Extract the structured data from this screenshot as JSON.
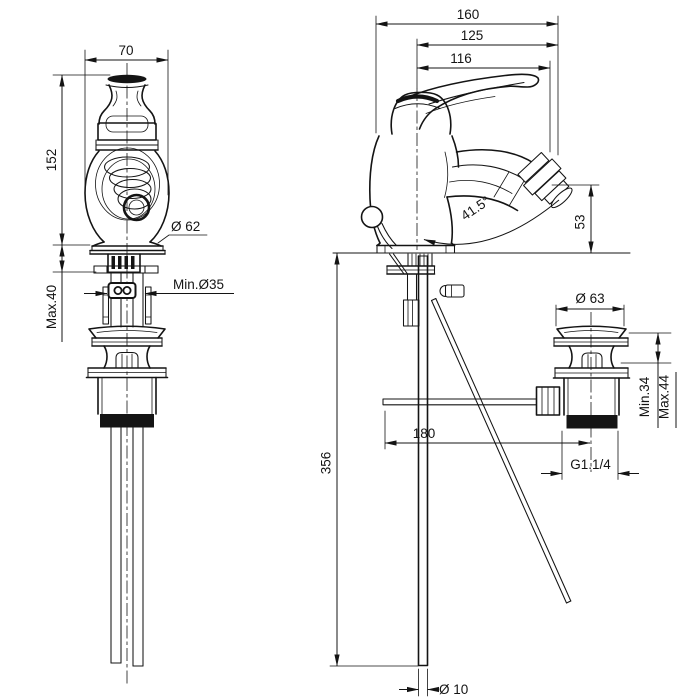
{
  "drawing": {
    "colors": {
      "line": "#141414",
      "background": "#ffffff"
    },
    "dimensions": {
      "front_view": {
        "handle_width": "70",
        "body_height": "152",
        "base_diameter": "Ø 62",
        "min_hole_diameter": "Min.Ø35",
        "max_counter_thickness": "Max.40"
      },
      "side_view": {
        "total_depth": "160",
        "handle_depth": "125",
        "spout_depth": "116",
        "spout_angle": "41.5°",
        "spout_height": "53",
        "waste_flange_diameter": "Ø 63",
        "waste_min_clamp": "Min.34",
        "waste_max_clamp": "Max.44",
        "rod_horizontal_reach": "180",
        "waste_thread_size": "G1.1/4",
        "rod_length": "356",
        "rod_diameter": "Ø 10"
      }
    }
  }
}
